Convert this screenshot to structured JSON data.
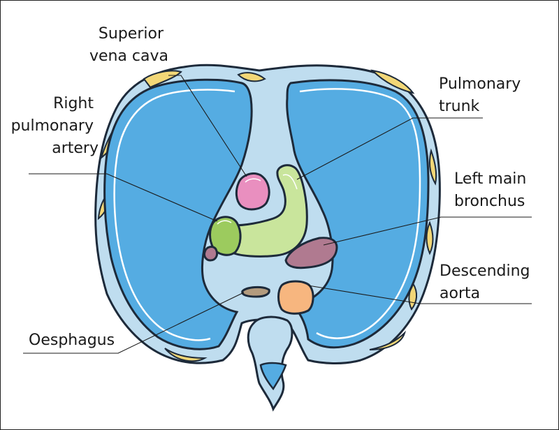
{
  "colors": {
    "lung": "#55ACE2",
    "pleura_fill": "#BFDDEF",
    "fat": "#F2D777",
    "outline": "#1D2A3A",
    "svc": "#E98FBF",
    "pulmonary_trunk": "#C9E59C",
    "right_pulmonary_artery": "#9CCB5E",
    "left_bronchus": "#B07A90",
    "descending_aorta": "#F7B67F",
    "oesophagus": "#B39B7E"
  },
  "labels": {
    "svc": [
      "Superior",
      "vena cava"
    ],
    "rpa": [
      "Right",
      "pulmonary",
      "artery"
    ],
    "pt": [
      "Pulmonary",
      "trunk"
    ],
    "lmb": [
      "Left main",
      "bronchus"
    ],
    "da": [
      "Descending",
      "aorta"
    ],
    "oes": [
      "Oesphagus"
    ]
  }
}
